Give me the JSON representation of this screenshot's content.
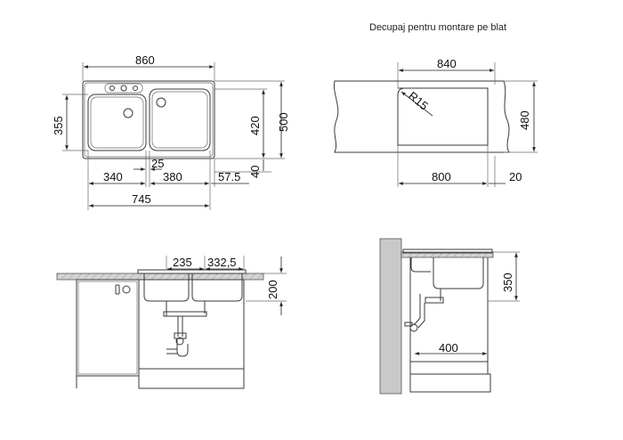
{
  "header": {
    "caption": "Decupaj pentru montare pe blat"
  },
  "top_view": {
    "width": "860",
    "bowl_height": "355",
    "inner_height": "420",
    "total_height": "500",
    "bottom_offset": "40",
    "gap": "25",
    "left_bowl": "340",
    "right_bowl": "380",
    "right_offset": "57.5",
    "total_bowls": "745"
  },
  "cutout": {
    "width": "840",
    "radius": "R15",
    "height": "480",
    "inner_width": "800",
    "offset": "20"
  },
  "front_view": {
    "dim_a": "235",
    "dim_b": "332,5",
    "depth": "200"
  },
  "side_view": {
    "height": "350",
    "drain_distance": "400"
  },
  "colors": {
    "line": "#3a3a3a",
    "wall_fill": "#c9c9c9"
  }
}
